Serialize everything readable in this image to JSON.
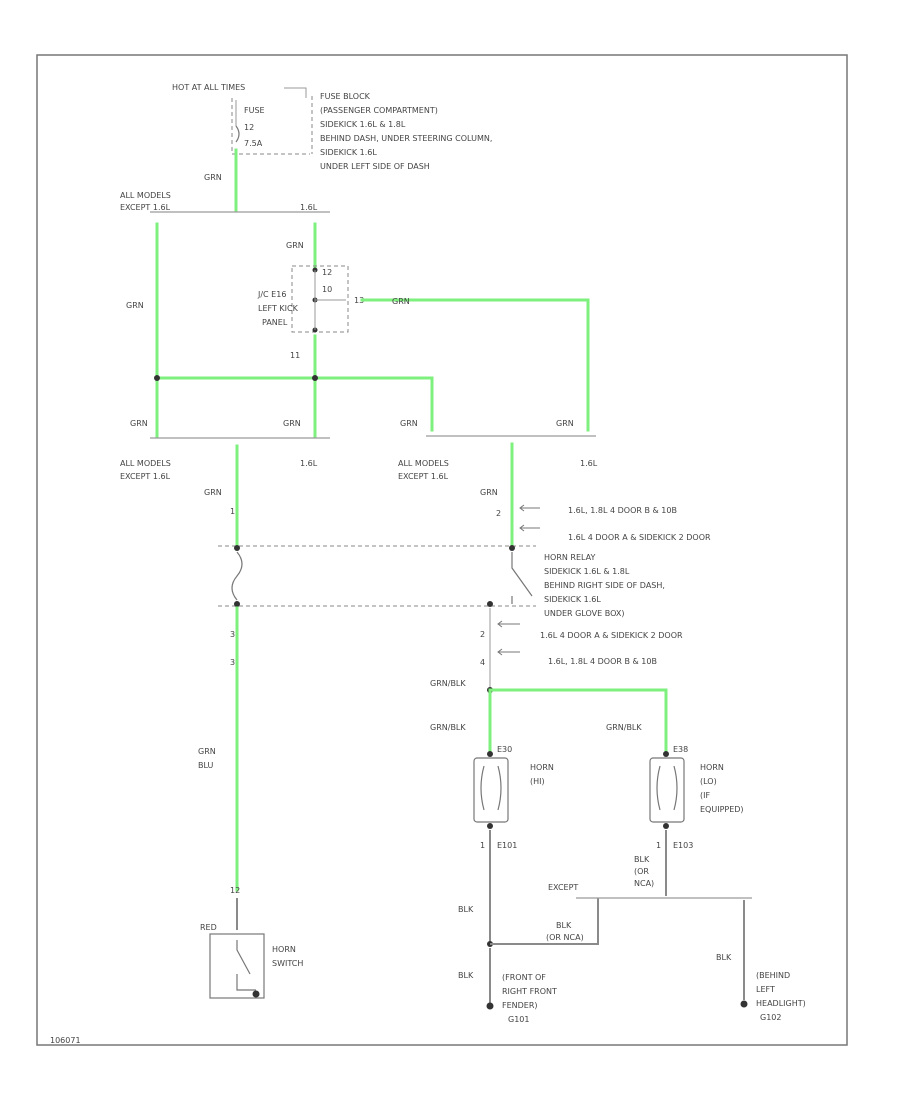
{
  "hot_label": "HOT AT ALL TIMES",
  "fuse": {
    "label": "FUSE",
    "number": "12",
    "amps": "7.5A"
  },
  "fuse_block": [
    "FUSE BLOCK",
    "(PASSENGER COMPARTMENT)",
    "SIDEKICK 1.6L & 1.8L",
    "BEHIND DASH, UNDER STEERING COLUMN,",
    "SIDEKICK 1.6L",
    "UNDER LEFT SIDE OF DASH"
  ],
  "wire_grn": "GRN",
  "wire_grn_blu": [
    "GRN",
    "BLU"
  ],
  "wire_grn_blk": "GRN/BLK",
  "wire_blk": "BLK",
  "wire_blk_or_nca": [
    "BLK",
    "(OR",
    "NCA)"
  ],
  "wire_blk_grn": [
    "BLK",
    "(OR NCA)"
  ],
  "wire_red": "RED",
  "split_top": {
    "left": [
      "ALL MODELS",
      "EXCEPT 1.6L"
    ],
    "right": "1.6L"
  },
  "jb": {
    "label": [
      "J/C E16",
      "LEFT KICK",
      "PANEL"
    ],
    "pins": [
      "12",
      "10",
      "13",
      "11"
    ]
  },
  "split_mid_left": {
    "left": [
      "ALL MODELS",
      "EXCEPT 1.6L"
    ],
    "right": "1.6L"
  },
  "split_mid_right": {
    "left": [
      "ALL MODELS",
      "EXCEPT 1.6L"
    ],
    "right": "1.6L"
  },
  "relay_pins": {
    "p1": "1",
    "p2": "2",
    "p3a": "3",
    "p3b": "3",
    "p4": "4",
    "p2b": "2"
  },
  "notes_top": [
    "1.6L, 1.8L 4 DOOR B & 10B",
    "1.6L 4 DOOR A & SIDEKICK 2 DOOR"
  ],
  "horn_relay": [
    "HORN RELAY",
    "SIDEKICK 1.6L & 1.8L",
    "BEHIND RIGHT SIDE OF DASH,",
    "SIDEKICK 1.6L",
    "UNDER GLOVE BOX)"
  ],
  "notes_bottom": [
    "1.6L 4 DOOR A & SIDEKICK 2 DOOR",
    "1.6L, 1.8L 4 DOOR B & 10B"
  ],
  "horn_hi": {
    "connector": "E30",
    "label": [
      "HORN",
      "(HI)"
    ],
    "ground": "E101",
    "pin": "1"
  },
  "horn_lo": {
    "connector": "E38",
    "label": [
      "HORN",
      "(LO)",
      "(IF",
      "EQUIPPED)"
    ],
    "ground": "E103",
    "pin": "1"
  },
  "horn_switch": {
    "pin": "12",
    "label": [
      "HORN",
      "SWITCH"
    ]
  },
  "except_label": "EXCEPT",
  "ground_right_front": [
    "(FRONT OF",
    "RIGHT FRONT",
    "FENDER)",
    "G101"
  ],
  "ground_left_headlight": [
    "(BEHIND",
    "LEFT",
    "HEADLIGHT)",
    "G102"
  ],
  "footer_code": "106071"
}
